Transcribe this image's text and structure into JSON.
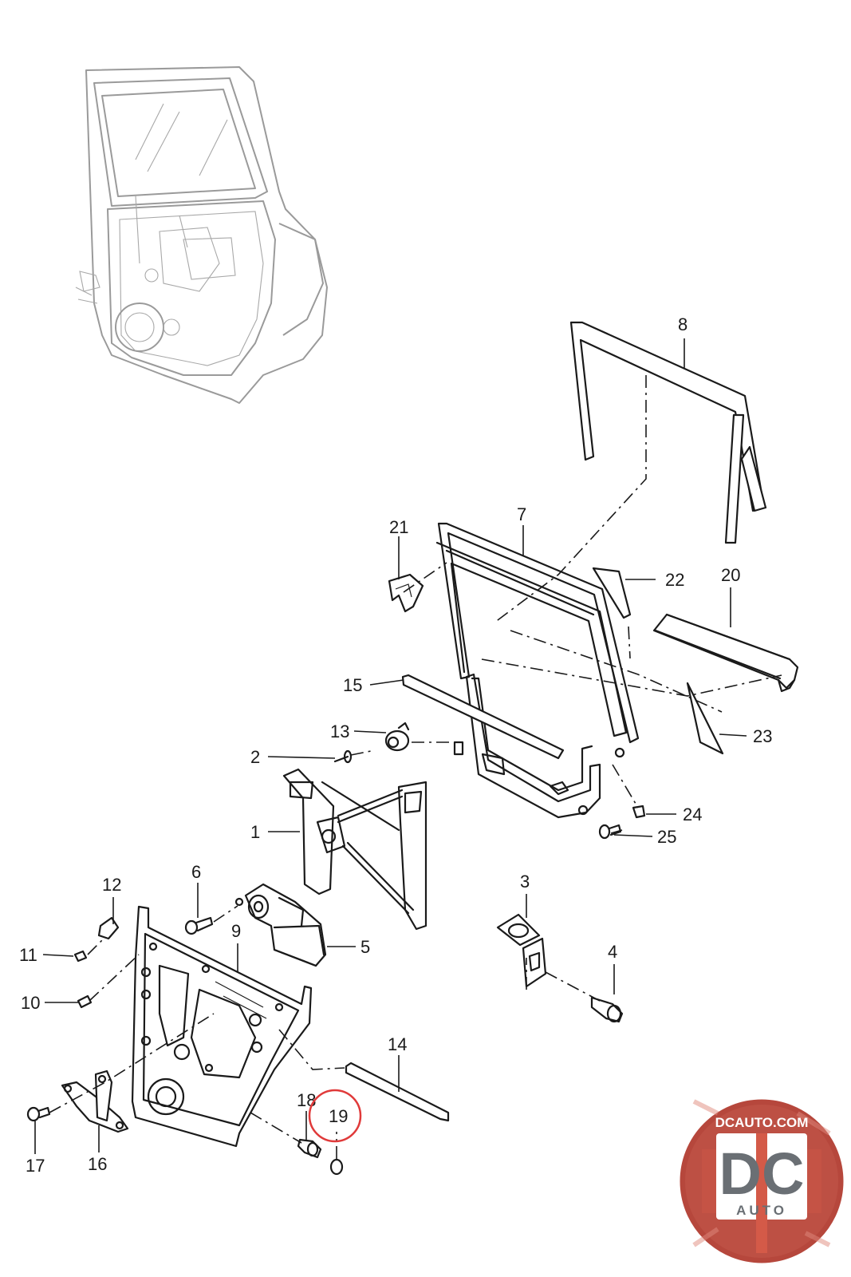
{
  "callouts": {
    "c1": "1",
    "c2": "2",
    "c3": "3",
    "c4": "4",
    "c5": "5",
    "c6": "6",
    "c7": "7",
    "c8": "8",
    "c9": "9",
    "c10": "10",
    "c11": "11",
    "c12": "12",
    "c13": "13",
    "c14": "14",
    "c15": "15",
    "c16": "16",
    "c17": "17",
    "c18": "18",
    "c19": "19",
    "c20": "20",
    "c21": "21",
    "c22": "22",
    "c23": "23",
    "c24": "24",
    "c25": "25"
  },
  "highlight": {
    "callout": "19",
    "color": "#e03a3a"
  },
  "logo": {
    "site": "DCAUTO.COM",
    "mark": "DC",
    "sub": "AUTO",
    "colors": {
      "ring": "#b6473c",
      "badge": "#d45a48",
      "letters": "#6a6f74"
    }
  }
}
